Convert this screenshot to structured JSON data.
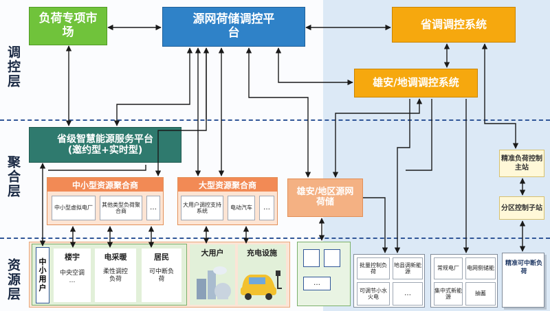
{
  "layers": {
    "dispatch": "调控层",
    "aggregation": "聚合层",
    "resource": "资源层"
  },
  "top": {
    "load_market": "负荷专项市场",
    "platform": "源网荷储调控平台",
    "provincial": "省调调控系统",
    "xiongan": "雄安/地调调控系统"
  },
  "middle": {
    "smart_platform_l1": "省级智慧能源服务平台",
    "smart_platform_l2": "(邀约型+实时型)",
    "small_agg": {
      "title": "中小型资源聚合商",
      "items": [
        "中小型虚拟电厂",
        "其他类型负荷聚合商",
        "…"
      ]
    },
    "large_agg": {
      "title": "大型资源聚合商",
      "items": [
        "大用户调控支持系统",
        "电动汽车",
        "…"
      ]
    },
    "xiongan_grid": "雄安/地区源网荷储",
    "precise_master": "精准负荷控制主站",
    "zone_sub": "分区控制子站"
  },
  "bottom": {
    "smb_users": "中小用户",
    "building": {
      "title": "楼宇",
      "sub": "中央空调",
      "more": "…"
    },
    "heating": {
      "title": "电采暖",
      "sub": "柔性调控负荷"
    },
    "resident": {
      "title": "居民",
      "sub": "可中断负荷"
    },
    "big_user": "大用户",
    "charging": "充电设施",
    "more": "…",
    "batch": "批量控制负荷",
    "county": "地县调新能源",
    "adjust_small": "可调节小水火电",
    "conventional": "常规电厂",
    "grid_storage": "电网侧储能",
    "central_new": "集中式新能源",
    "pumped": "抽蓄",
    "precise_interrupt": "精准可中断负荷"
  }
}
